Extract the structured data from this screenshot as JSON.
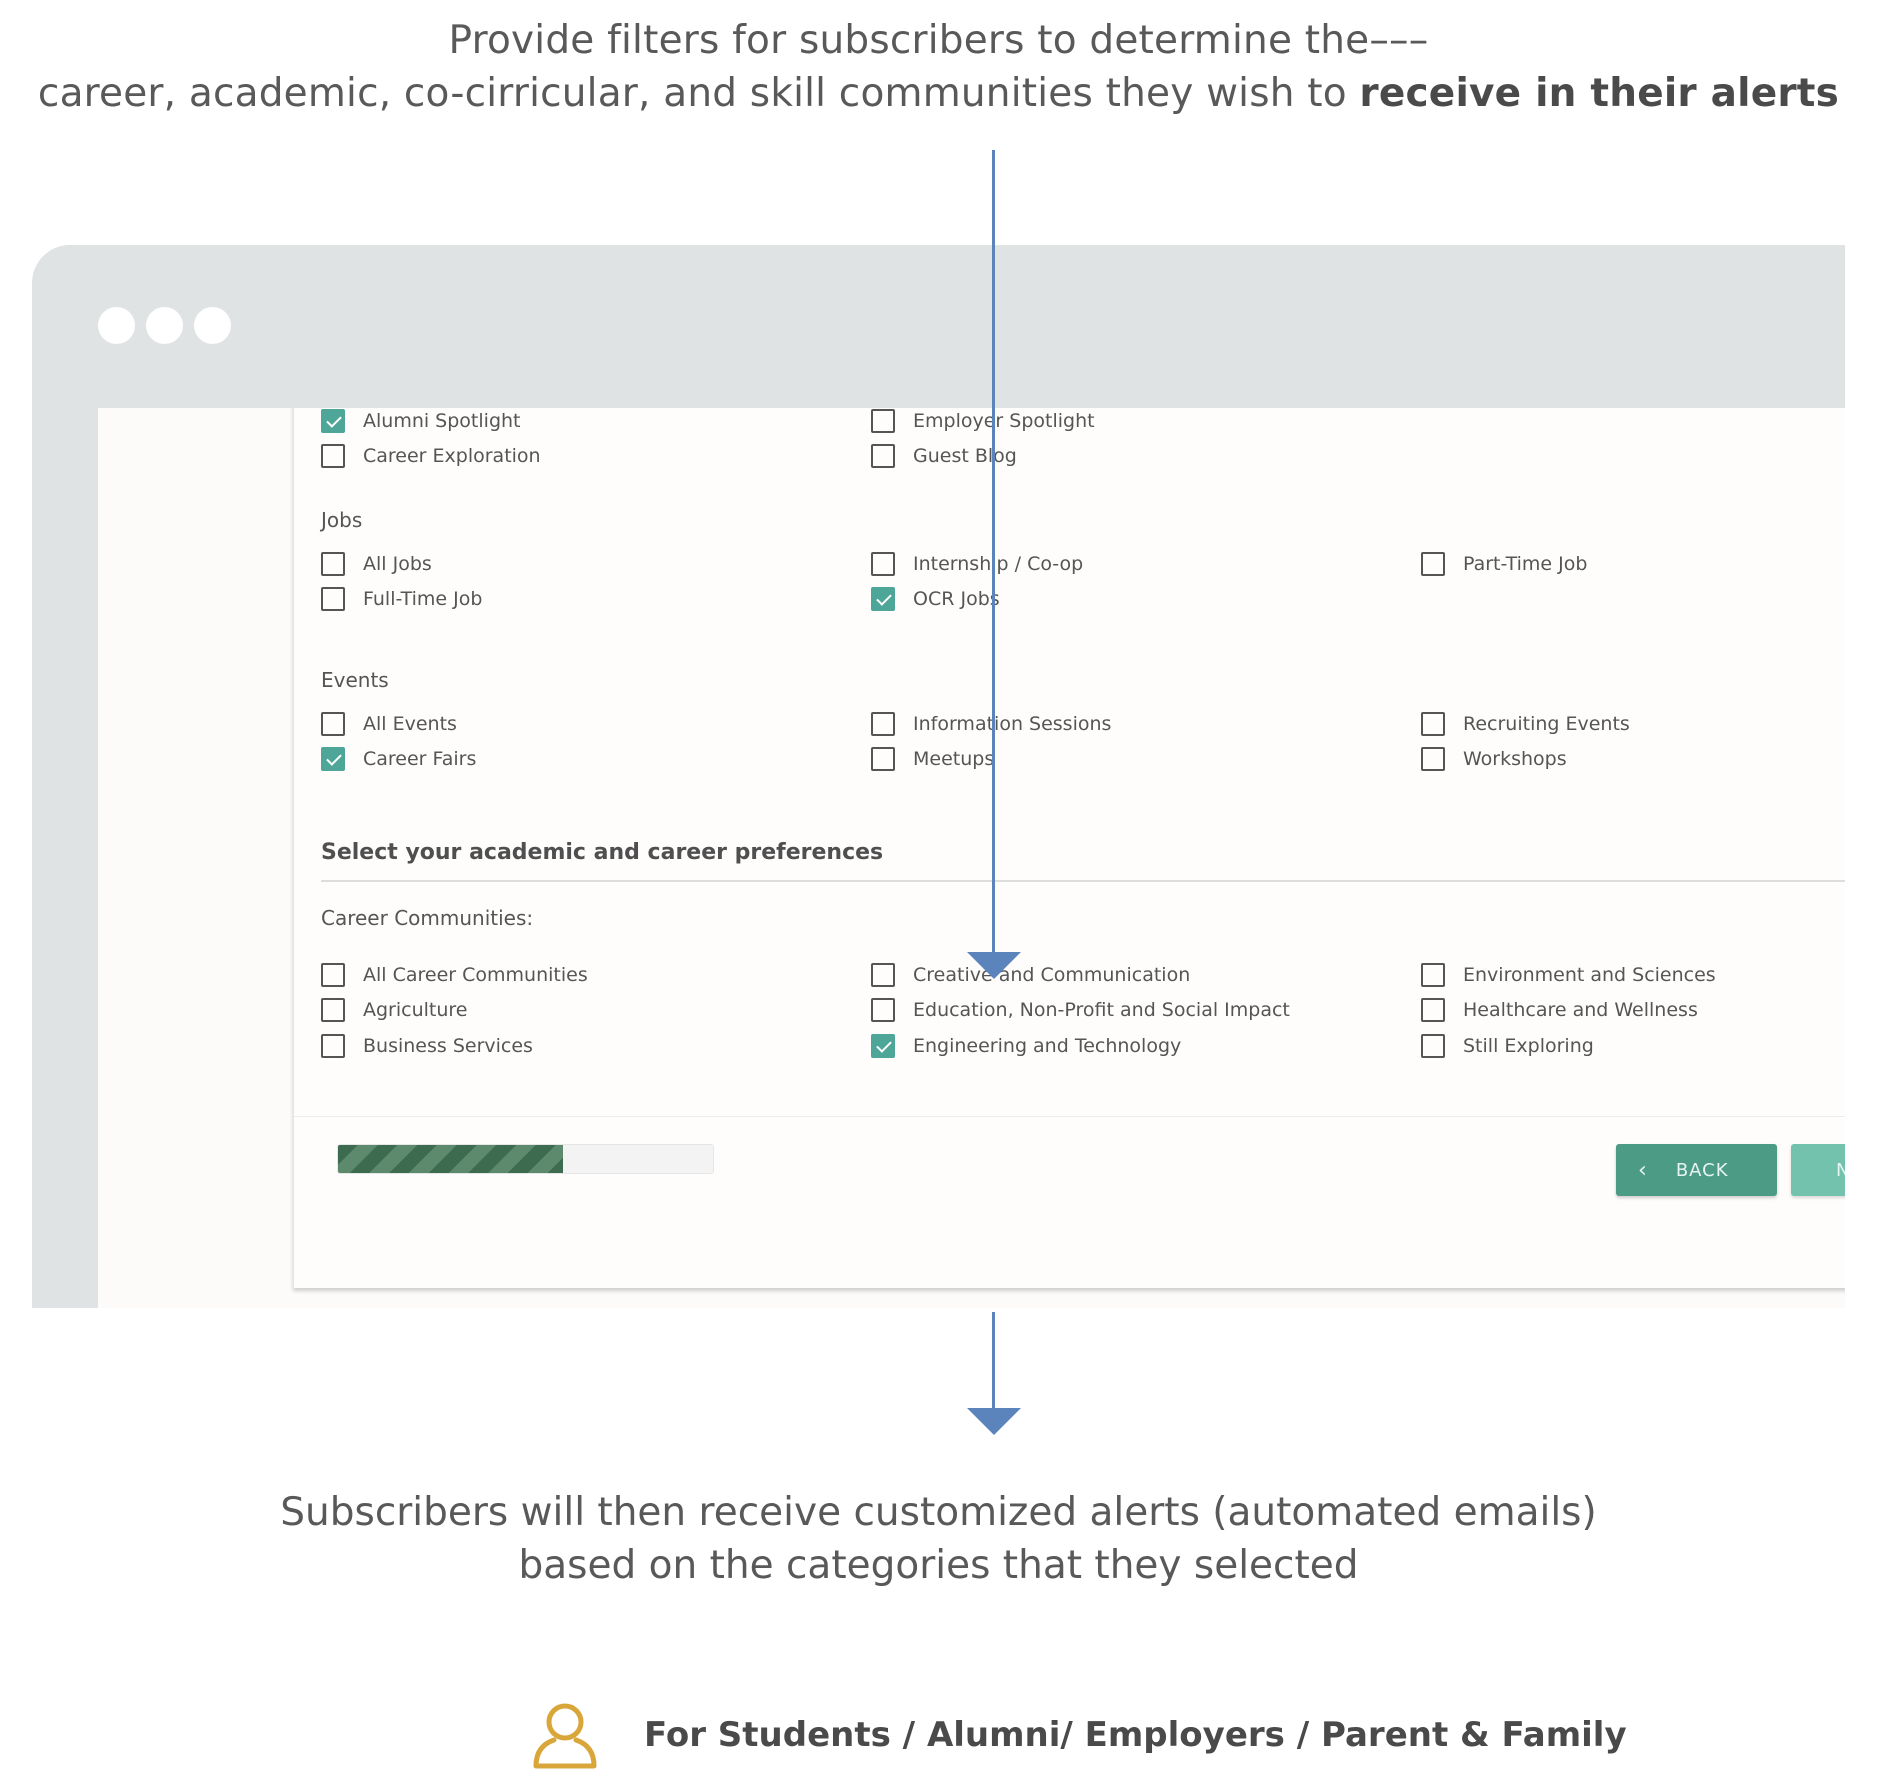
{
  "headline_top": {
    "line1": "Provide filters for subscribers to determine the–––",
    "line2_plain": "career, academic, co-cirricular, and skill communities they wish to ",
    "line2_bold": "receive in their alerts"
  },
  "headline_bottom": {
    "line1": "Subscribers will then receive customized alerts (automated emails)",
    "line2": "based on the categories that they selected"
  },
  "colors": {
    "accent_arrow": "#5b84bd",
    "checkbox_checked": "#4ea698",
    "back_button": "#4b9b85",
    "next_button": "#73c2ad",
    "progress_fill": "#3d6b4f",
    "audience_icon": "#d9a63a"
  },
  "blog_options": [
    {
      "label": "Alumni Spotlight",
      "checked": true
    },
    {
      "label": "Career Exploration",
      "checked": false
    },
    {
      "label": "Employer Spotlight",
      "checked": false
    },
    {
      "label": "Guest Blog",
      "checked": false
    }
  ],
  "jobs": {
    "label": "Jobs",
    "options": [
      {
        "label": "All Jobs",
        "checked": false
      },
      {
        "label": "Full-Time Job",
        "checked": false
      },
      {
        "label": "Internship / Co-op",
        "checked": false
      },
      {
        "label": "OCR Jobs",
        "checked": true
      },
      {
        "label": "Part-Time Job",
        "checked": false
      }
    ]
  },
  "events": {
    "label": "Events",
    "options": [
      {
        "label": "All Events",
        "checked": false
      },
      {
        "label": "Career Fairs",
        "checked": true
      },
      {
        "label": "Information Sessions",
        "checked": false
      },
      {
        "label": "Meetups",
        "checked": false
      },
      {
        "label": "Recruiting Events",
        "checked": false
      },
      {
        "label": "Workshops",
        "checked": false
      }
    ]
  },
  "preferences": {
    "title": "Select your academic and career preferences",
    "career_label": "Career Communities:",
    "options": [
      {
        "label": "All Career Communities",
        "checked": false
      },
      {
        "label": "Agriculture",
        "checked": false
      },
      {
        "label": "Business Services",
        "checked": false
      },
      {
        "label": "Creative and Communication",
        "checked": false
      },
      {
        "label": "Education, Non-Profit and Social Impact",
        "checked": false
      },
      {
        "label": "Engineering and Technology",
        "checked": true
      },
      {
        "label": "Environment and Sciences",
        "checked": false
      },
      {
        "label": "Healthcare and Wellness",
        "checked": false
      },
      {
        "label": "Still Exploring",
        "checked": false
      }
    ]
  },
  "progress": {
    "fraction": 0.6
  },
  "footer": {
    "back_label": "BACK",
    "back_icon": "chevron-left-icon",
    "next_label": "N"
  },
  "audience": {
    "icon": "user-icon",
    "text": "For Students / Alumni/ Employers / Parent & Family"
  }
}
